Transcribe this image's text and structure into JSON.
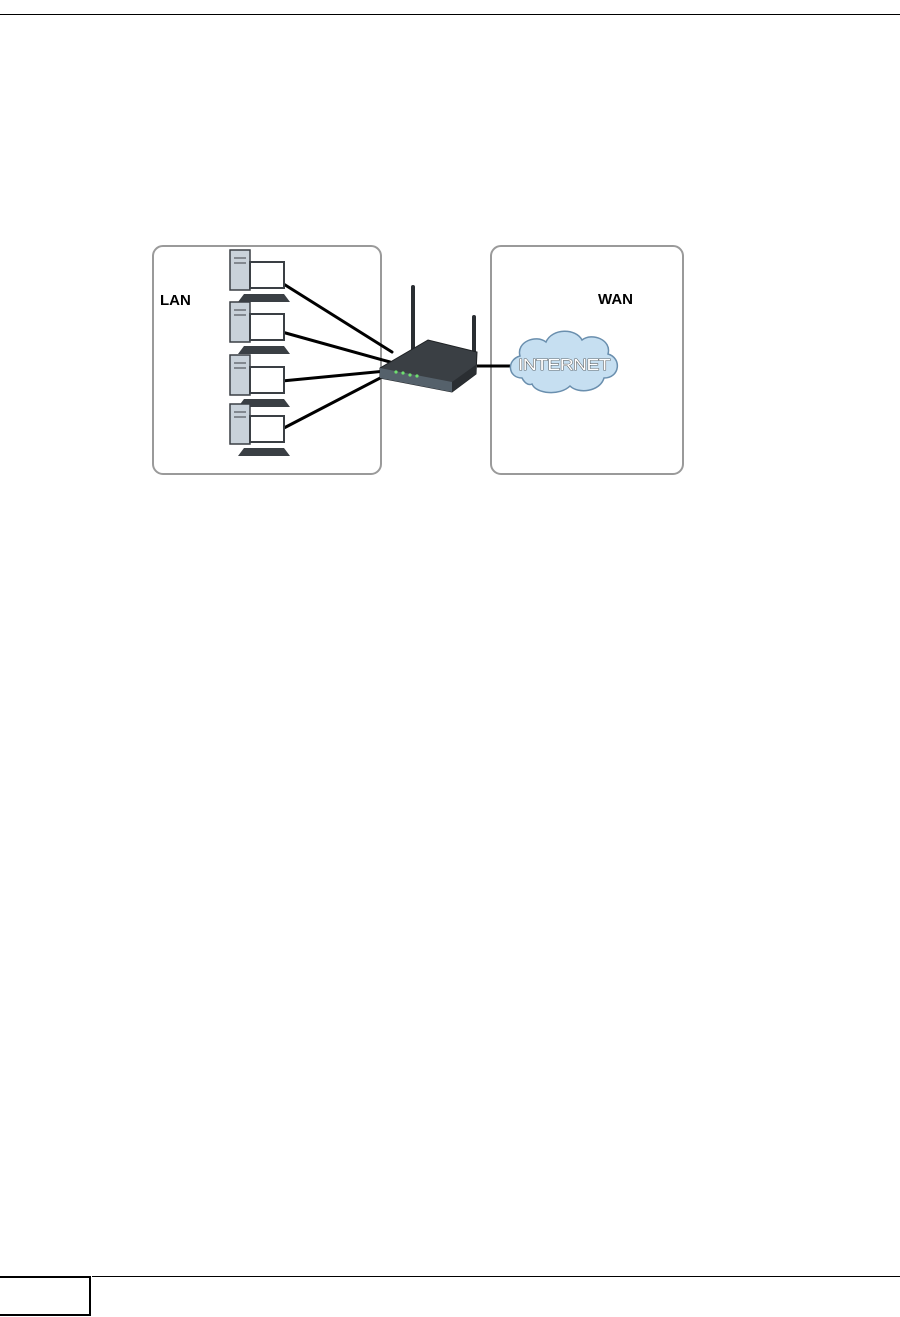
{
  "diagram": {
    "lan_label": "LAN",
    "wan_label": "WAN",
    "cloud_label": "INTERNET",
    "lan_computers": 4,
    "colors": {
      "zone_border": "#9a9a9a",
      "cable": "#000000",
      "router_body": "#3a3f44",
      "cloud_fill": "#c6dff1",
      "cloud_stroke": "#6a8fae",
      "monitor_screen": "#ffffff",
      "tower": "#c9d2da"
    },
    "icons": {
      "computer": "desktop-computer-icon",
      "router": "wireless-router-icon",
      "cloud": "internet-cloud-icon"
    }
  }
}
